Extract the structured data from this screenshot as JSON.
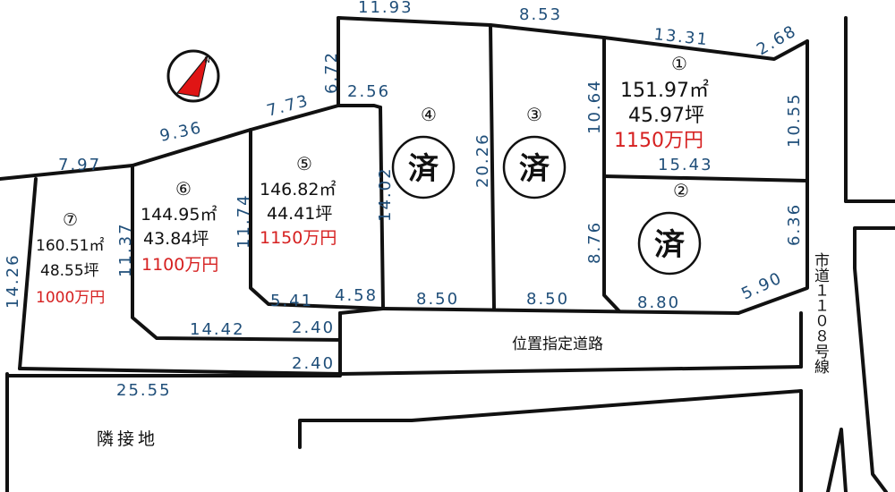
{
  "compass": {
    "label": "N"
  },
  "road": {
    "designated_label": "位置指定道路",
    "city_road_line1": "市道",
    "city_road_line2": "１１０８号線"
  },
  "neighbor": {
    "label": "隣接地"
  },
  "sold_mark": "済",
  "lots": [
    {
      "id": "1",
      "number": "①",
      "area": "151.97㎡",
      "tsubo": "45.97坪",
      "price": "1150万円",
      "sold": false
    },
    {
      "id": "2",
      "number": "②",
      "area": "",
      "tsubo": "",
      "price": "",
      "sold": true
    },
    {
      "id": "3",
      "number": "③",
      "area": "",
      "tsubo": "",
      "price": "",
      "sold": true
    },
    {
      "id": "4",
      "number": "④",
      "area": "",
      "tsubo": "",
      "price": "",
      "sold": true
    },
    {
      "id": "5",
      "number": "⑤",
      "area": "146.82㎡",
      "tsubo": "44.41坪",
      "price": "1150万円",
      "sold": false
    },
    {
      "id": "6",
      "number": "⑥",
      "area": "144.95㎡",
      "tsubo": "43.84坪",
      "price": "1100万円",
      "sold": false
    },
    {
      "id": "7",
      "number": "⑦",
      "area": "160.51㎡",
      "tsubo": "48.55坪",
      "price": "1000万円",
      "sold": false
    }
  ],
  "dimensions": {
    "d1193": "11.93",
    "d853": "8.53",
    "d1331": "13.31",
    "d268": "2.68",
    "d672": "6.72",
    "d256": "2.56",
    "d773": "7.73",
    "d936": "9.36",
    "d797": "7.97",
    "d1064": "10.64",
    "d1055": "10.55",
    "d1543": "15.43",
    "d2026": "20.26",
    "d1402": "14.02",
    "d1174": "11.74",
    "d1137": "11.37",
    "d1426": "14.26",
    "d876": "8.76",
    "d636": "6.36",
    "d590": "5.90",
    "d541": "5.41",
    "d458": "4.58",
    "d850a": "8.50",
    "d850b": "8.50",
    "d880": "8.80",
    "d1442": "14.42",
    "d240a": "2.40",
    "d240b": "2.40",
    "d2555": "25.55"
  }
}
